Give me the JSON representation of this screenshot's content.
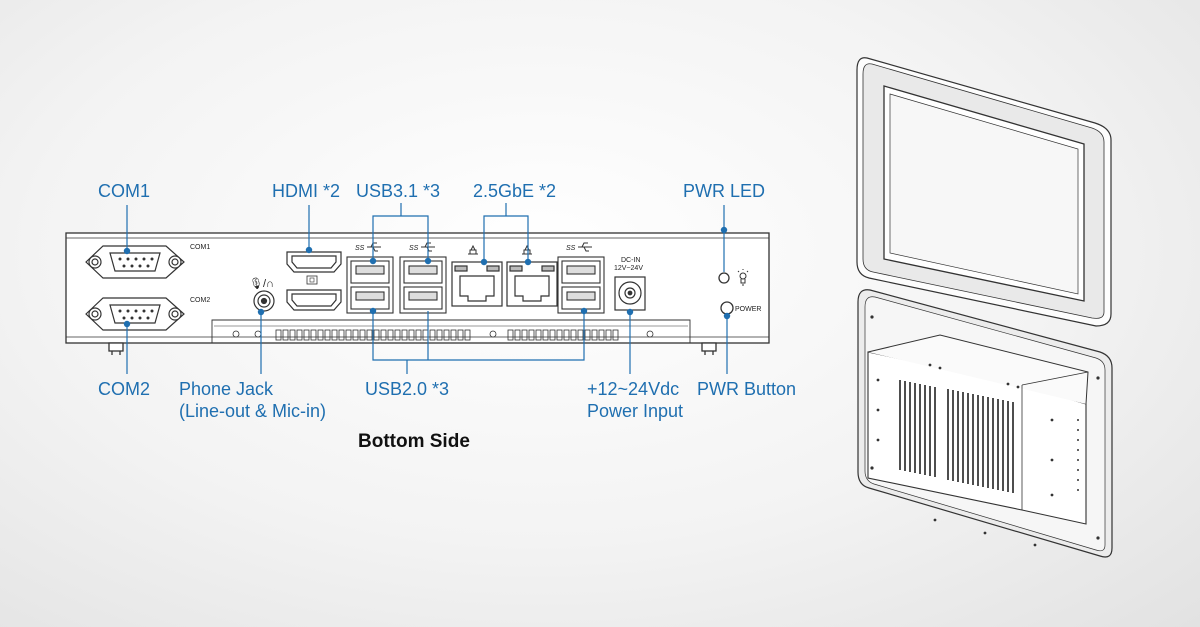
{
  "callouts": {
    "com1": "COM1",
    "com2": "COM2",
    "hdmi": "HDMI *2",
    "usb31": "USB3.1 *3",
    "gbe": "2.5GbE *2",
    "pwr_led": "PWR LED",
    "phone_jack_line1": "Phone Jack",
    "phone_jack_line2": "(Line-out & Mic-in)",
    "usb20": "USB2.0 *3",
    "power_input_line1": "+12~24Vdc",
    "power_input_line2": "Power Input",
    "pwr_button": "PWR Button"
  },
  "panel_labels": {
    "com1": "COM1",
    "com2": "COM2",
    "ss_usb": "SS",
    "dcin_line1": "DC-IN",
    "dcin_line2": "12V~24V",
    "power": "POWER",
    "audio_icon": "🎙/∩"
  },
  "caption": "Bottom Side",
  "colors": {
    "callout": "#1f6fb0",
    "line": "#1f6fb0",
    "drawing": "#333333"
  },
  "icons": [
    "microphone-headphone-icon",
    "bulb-icon",
    "usb-ss-icon",
    "lan-icon"
  ]
}
